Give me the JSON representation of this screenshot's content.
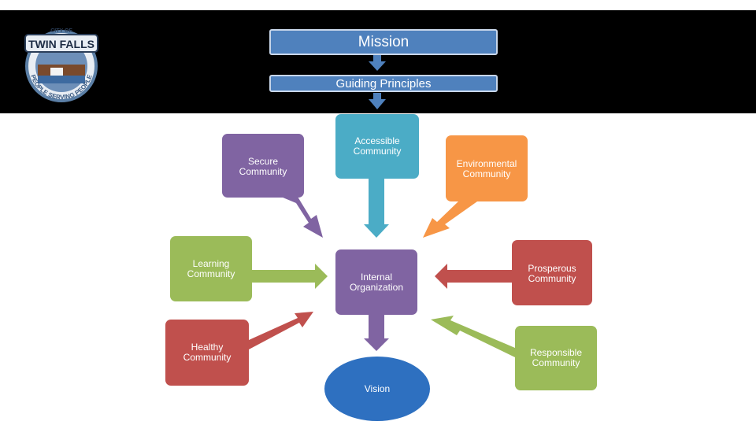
{
  "header": {
    "mission_label": "Mission",
    "guiding_label": "Guiding Principles"
  },
  "logo": {
    "top_text": "CITY OF",
    "name_text": "TWIN FALLS",
    "motto_text": "PEOPLE SERVING PEOPLE"
  },
  "nodes": {
    "accessible": "Accessible\nCommunity",
    "secure": "Secure\nCommunity",
    "environmental": "Environmental\nCommunity",
    "learning": "Learning\nCommunity",
    "internal": "Internal\nOrganization",
    "prosperous": "Prosperous\nCommunity",
    "healthy": "Healthy\nCommunity",
    "responsible": "Responsible\nCommunity",
    "vision": "Vision"
  },
  "colors": {
    "blue": "#4f81bd",
    "purple": "#8064a2",
    "teal": "#4bacc6",
    "orange": "#f79646",
    "green": "#9bbb59",
    "red": "#c0504d",
    "vision": "#2e70c0"
  }
}
